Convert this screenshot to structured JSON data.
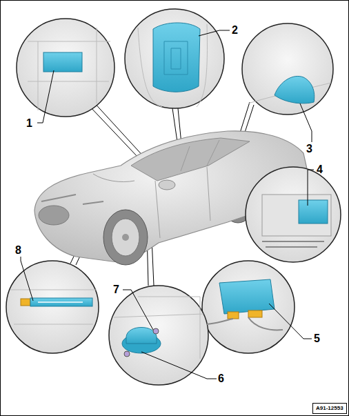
{
  "diagram": {
    "nodes": [
      {
        "text": [
          "A91-12553"
        ]
      }
    ],
    "labels": [
      "1",
      "2",
      "3",
      "4",
      "5",
      "6",
      "7",
      "8"
    ]
  }
}
